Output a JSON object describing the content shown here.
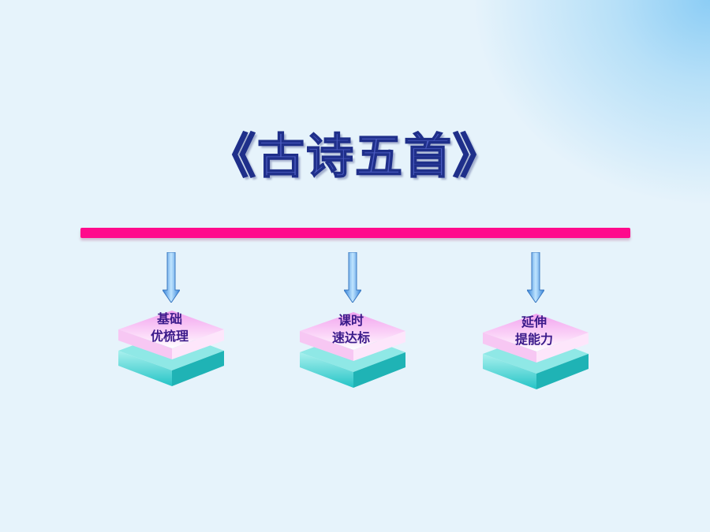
{
  "slide": {
    "title": "《古诗五首》",
    "modules": [
      {
        "label": "基础\n优梳理"
      },
      {
        "label": "课时\n速达标"
      },
      {
        "label": "延伸\n提能力"
      }
    ]
  },
  "colors": {
    "background": "#e6f3fb",
    "title": "#4b5bc0",
    "bar": "#ff0a8c",
    "arrow": "#5aa8f0",
    "tile_top": "#f5a8f2",
    "tile_base": "#2ec8c8"
  }
}
